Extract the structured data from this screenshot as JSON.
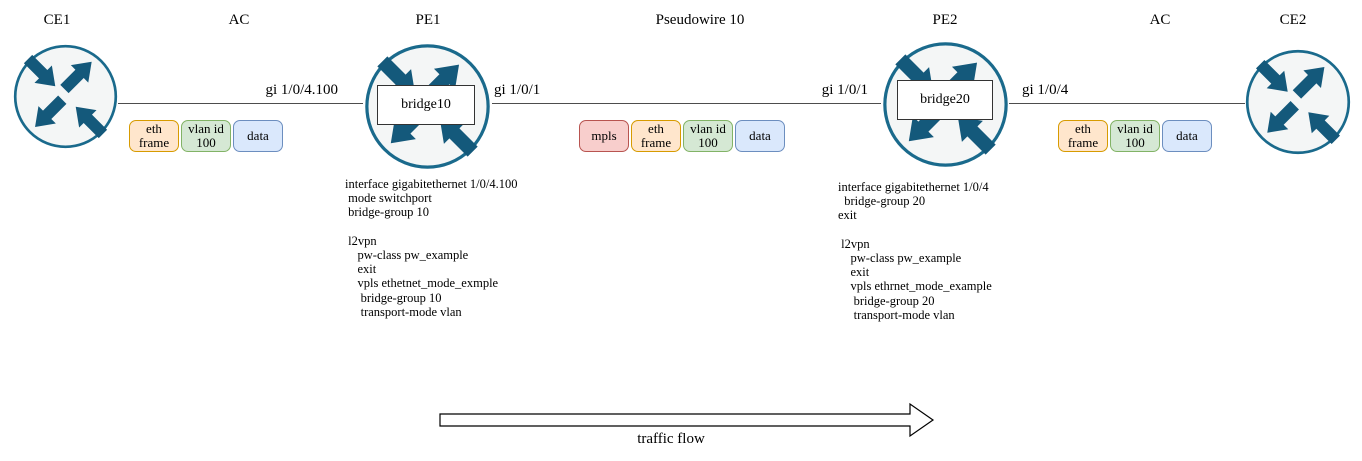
{
  "labels": [
    {
      "text": "CE1"
    },
    {
      "text": "AC"
    },
    {
      "text": "PE1"
    },
    {
      "text": "Pseudowire 10"
    },
    {
      "text": "PE2"
    },
    {
      "text": "AC"
    },
    {
      "text": "CE2"
    }
  ],
  "bridges": {
    "pe1": "bridge10",
    "pe2": "bridge20"
  },
  "interfaces": {
    "ac_left": "gi 1/0/4.100",
    "pw_left": "gi 1/0/1",
    "pw_right": "gi 1/0/1",
    "ac_right": "gi 1/0/4"
  },
  "frames": {
    "ac_left": [
      {
        "lines": "eth\nframe",
        "color": "orange"
      },
      {
        "lines": "vlan id\n100",
        "color": "green"
      },
      {
        "lines": "data",
        "color": "blue"
      }
    ],
    "pseudowire": [
      {
        "lines": "mpls",
        "color": "red"
      },
      {
        "lines": "eth\nframe",
        "color": "orange"
      },
      {
        "lines": "vlan id\n100",
        "color": "green"
      },
      {
        "lines": "data",
        "color": "blue"
      }
    ],
    "ac_right": [
      {
        "lines": "eth\nframe",
        "color": "orange"
      },
      {
        "lines": "vlan id\n100",
        "color": "green"
      },
      {
        "lines": "data",
        "color": "blue"
      }
    ]
  },
  "configs": {
    "pe1": "interface gigabitethernet 1/0/4.100\n mode switchport\n bridge-group 10\n\n l2vpn\n    pw-class pw_example\n    exit\n    vpls ethetnet_mode_exmple\n     bridge-group 10\n     transport-mode vlan",
    "pe2": "interface gigabitethernet 1/0/4\n  bridge-group 20\nexit\n\n l2vpn\n    pw-class pw_example\n    exit\n    vpls ethrnet_mode_example\n     bridge-group 20\n     transport-mode vlan"
  },
  "traffic_flow_label": "traffic flow",
  "colors": {
    "router_fill": "#f4f6f6",
    "router_stroke": "#1a6a8c",
    "router_arrow": "#14597b",
    "frame_orange_fill": "#ffe6cc",
    "frame_orange_stroke": "#d79b00",
    "frame_green_fill": "#d5e8d4",
    "frame_green_stroke": "#82b366",
    "frame_blue_fill": "#dae8fc",
    "frame_blue_stroke": "#6c8ebf",
    "frame_red_fill": "#f8cecc",
    "frame_red_stroke": "#b85450",
    "connector_line": "#4d4d4d"
  }
}
